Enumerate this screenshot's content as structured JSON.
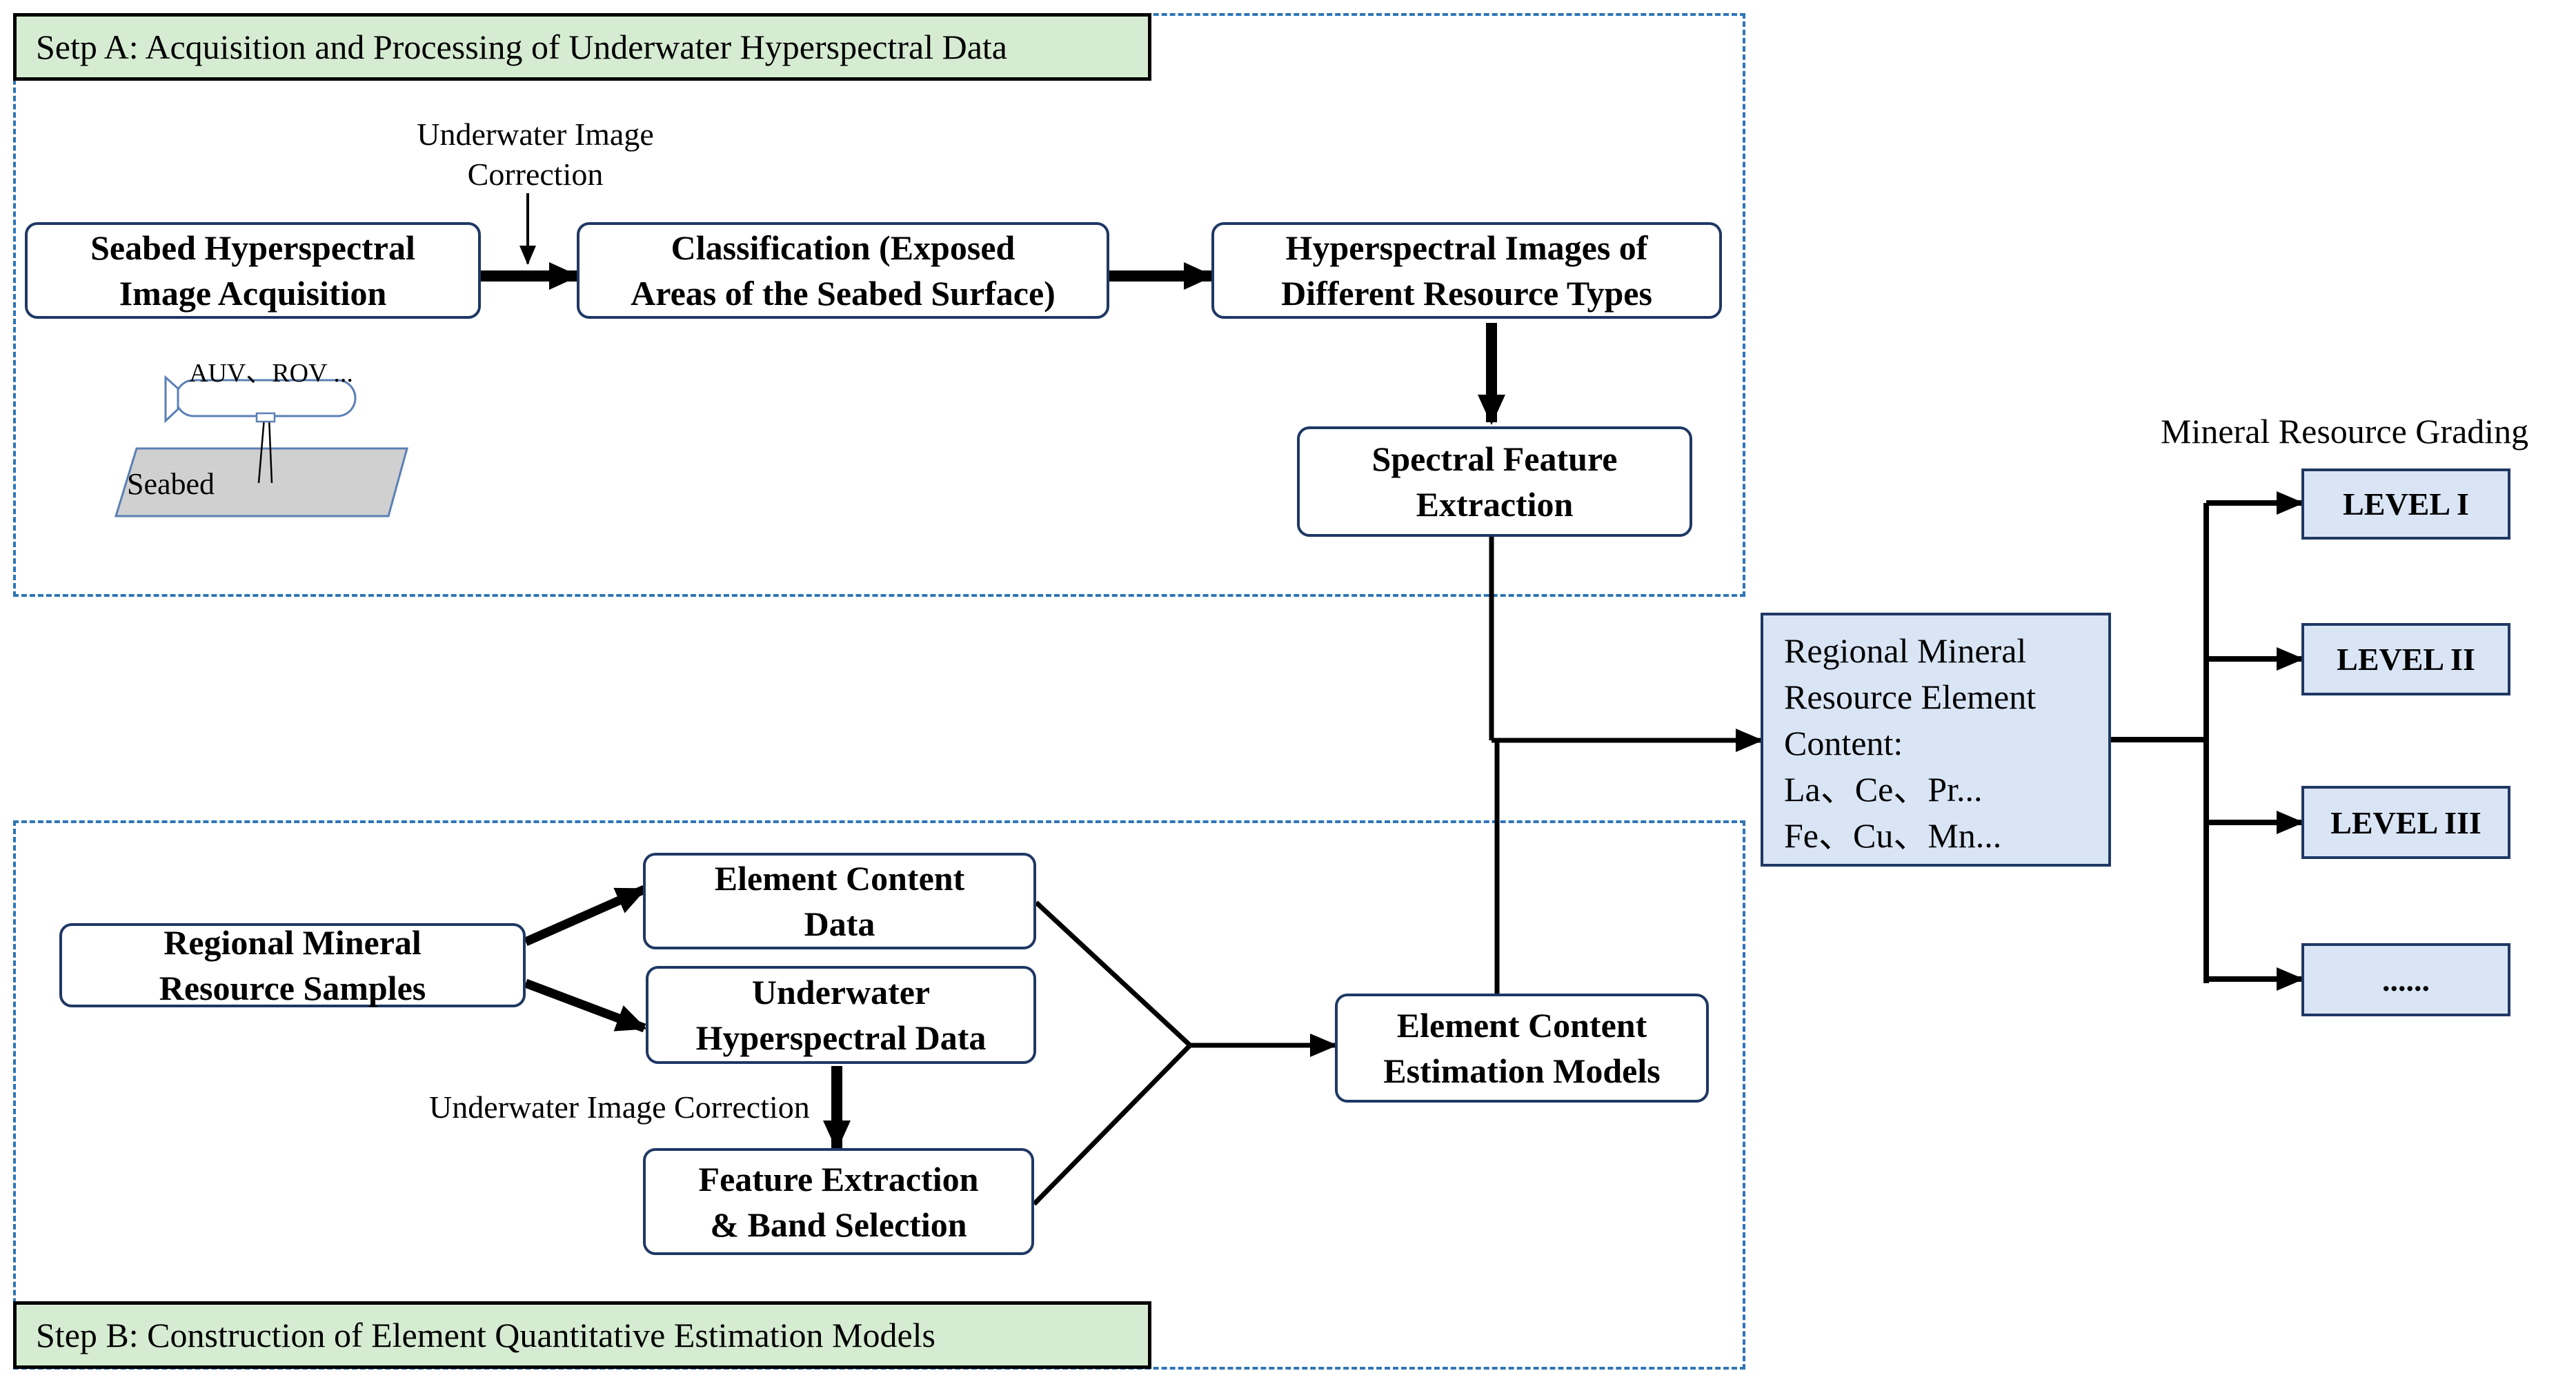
{
  "step_a": {
    "title": "Setp A: Acquisition and Processing of Underwater Hyperspectral Data"
  },
  "step_b": {
    "title": "Step B: Construction of Element Quantitative Estimation Models"
  },
  "nodes": {
    "seabed_acquisition": [
      "Seabed Hyperspectral",
      "Image Acquisition"
    ],
    "classification": [
      "Classification (Exposed",
      "Areas of the Seabed Surface)"
    ],
    "hyperspectral_images": [
      "Hyperspectral Images of",
      "Different Resource Types"
    ],
    "spectral_feature": [
      "Spectral Feature",
      "Extraction"
    ],
    "regional_samples": [
      "Regional Mineral",
      "Resource Samples"
    ],
    "element_content_data": [
      "Element Content",
      "Data"
    ],
    "underwater_hyperspectral_data": [
      "Underwater",
      "Hyperspectral Data"
    ],
    "feature_extraction": [
      "Feature Extraction",
      "& Band Selection"
    ],
    "estimation_models": [
      "Element Content",
      "Estimation Models"
    ]
  },
  "labels": {
    "correction_top": [
      "Underwater Image",
      "Correction"
    ],
    "correction_bottom": "Underwater Image Correction",
    "vehicle": "AUV、ROV ...",
    "seabed": "Seabed",
    "grading_title": "Mineral Resource Grading"
  },
  "content_box": [
    "Regional Mineral",
    "Resource Element",
    "Content:",
    "La、Ce、Pr...",
    "Fe、Cu、Mn..."
  ],
  "levels": [
    "LEVEL I",
    "LEVEL II",
    "LEVEL III",
    "......"
  ],
  "colors": {
    "dashed_frame": "#2e75b6",
    "step_title_fill": "#d6ecd2",
    "node_border": "#1f3864",
    "level_fill": "#d9e5f5",
    "seabed_fill": "#d0d0d0"
  }
}
